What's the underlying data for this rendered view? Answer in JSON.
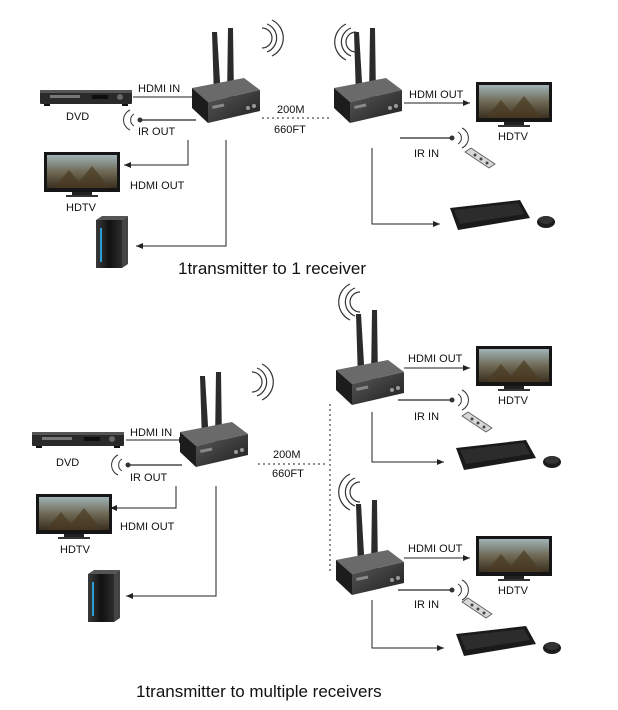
{
  "diagram1": {
    "caption": "1transmitter to 1 receiver",
    "dvd_label": "DVD",
    "hdmi_in": "HDMI IN",
    "ir_out": "IR OUT",
    "hdmi_out_tx": "HDMI OUT",
    "hdtv_tx": "HDTV",
    "distance_m": "200M",
    "distance_ft": "660FT",
    "hdmi_out_rx": "HDMI OUT",
    "hdtv_rx": "HDTV",
    "ir_in": "IR IN"
  },
  "diagram2": {
    "caption": "1transmitter to multiple receivers",
    "dvd_label": "DVD",
    "hdmi_in": "HDMI IN",
    "ir_out": "IR OUT",
    "hdmi_out_tx": "HDMI OUT",
    "hdtv_tx": "HDTV",
    "distance_m": "200M",
    "distance_ft": "660FT",
    "receivers": [
      {
        "hdmi_out": "HDMI OUT",
        "hdtv": "HDTV",
        "ir_in": "IR IN"
      },
      {
        "hdmi_out": "HDMI OUT",
        "hdtv": "HDTV",
        "ir_in": "IR IN"
      }
    ]
  },
  "colors": {
    "line": "#222222",
    "device": "#2a2a2a",
    "screen_sky": "#8aa0a8",
    "screen_ground": "#5a4a30"
  }
}
